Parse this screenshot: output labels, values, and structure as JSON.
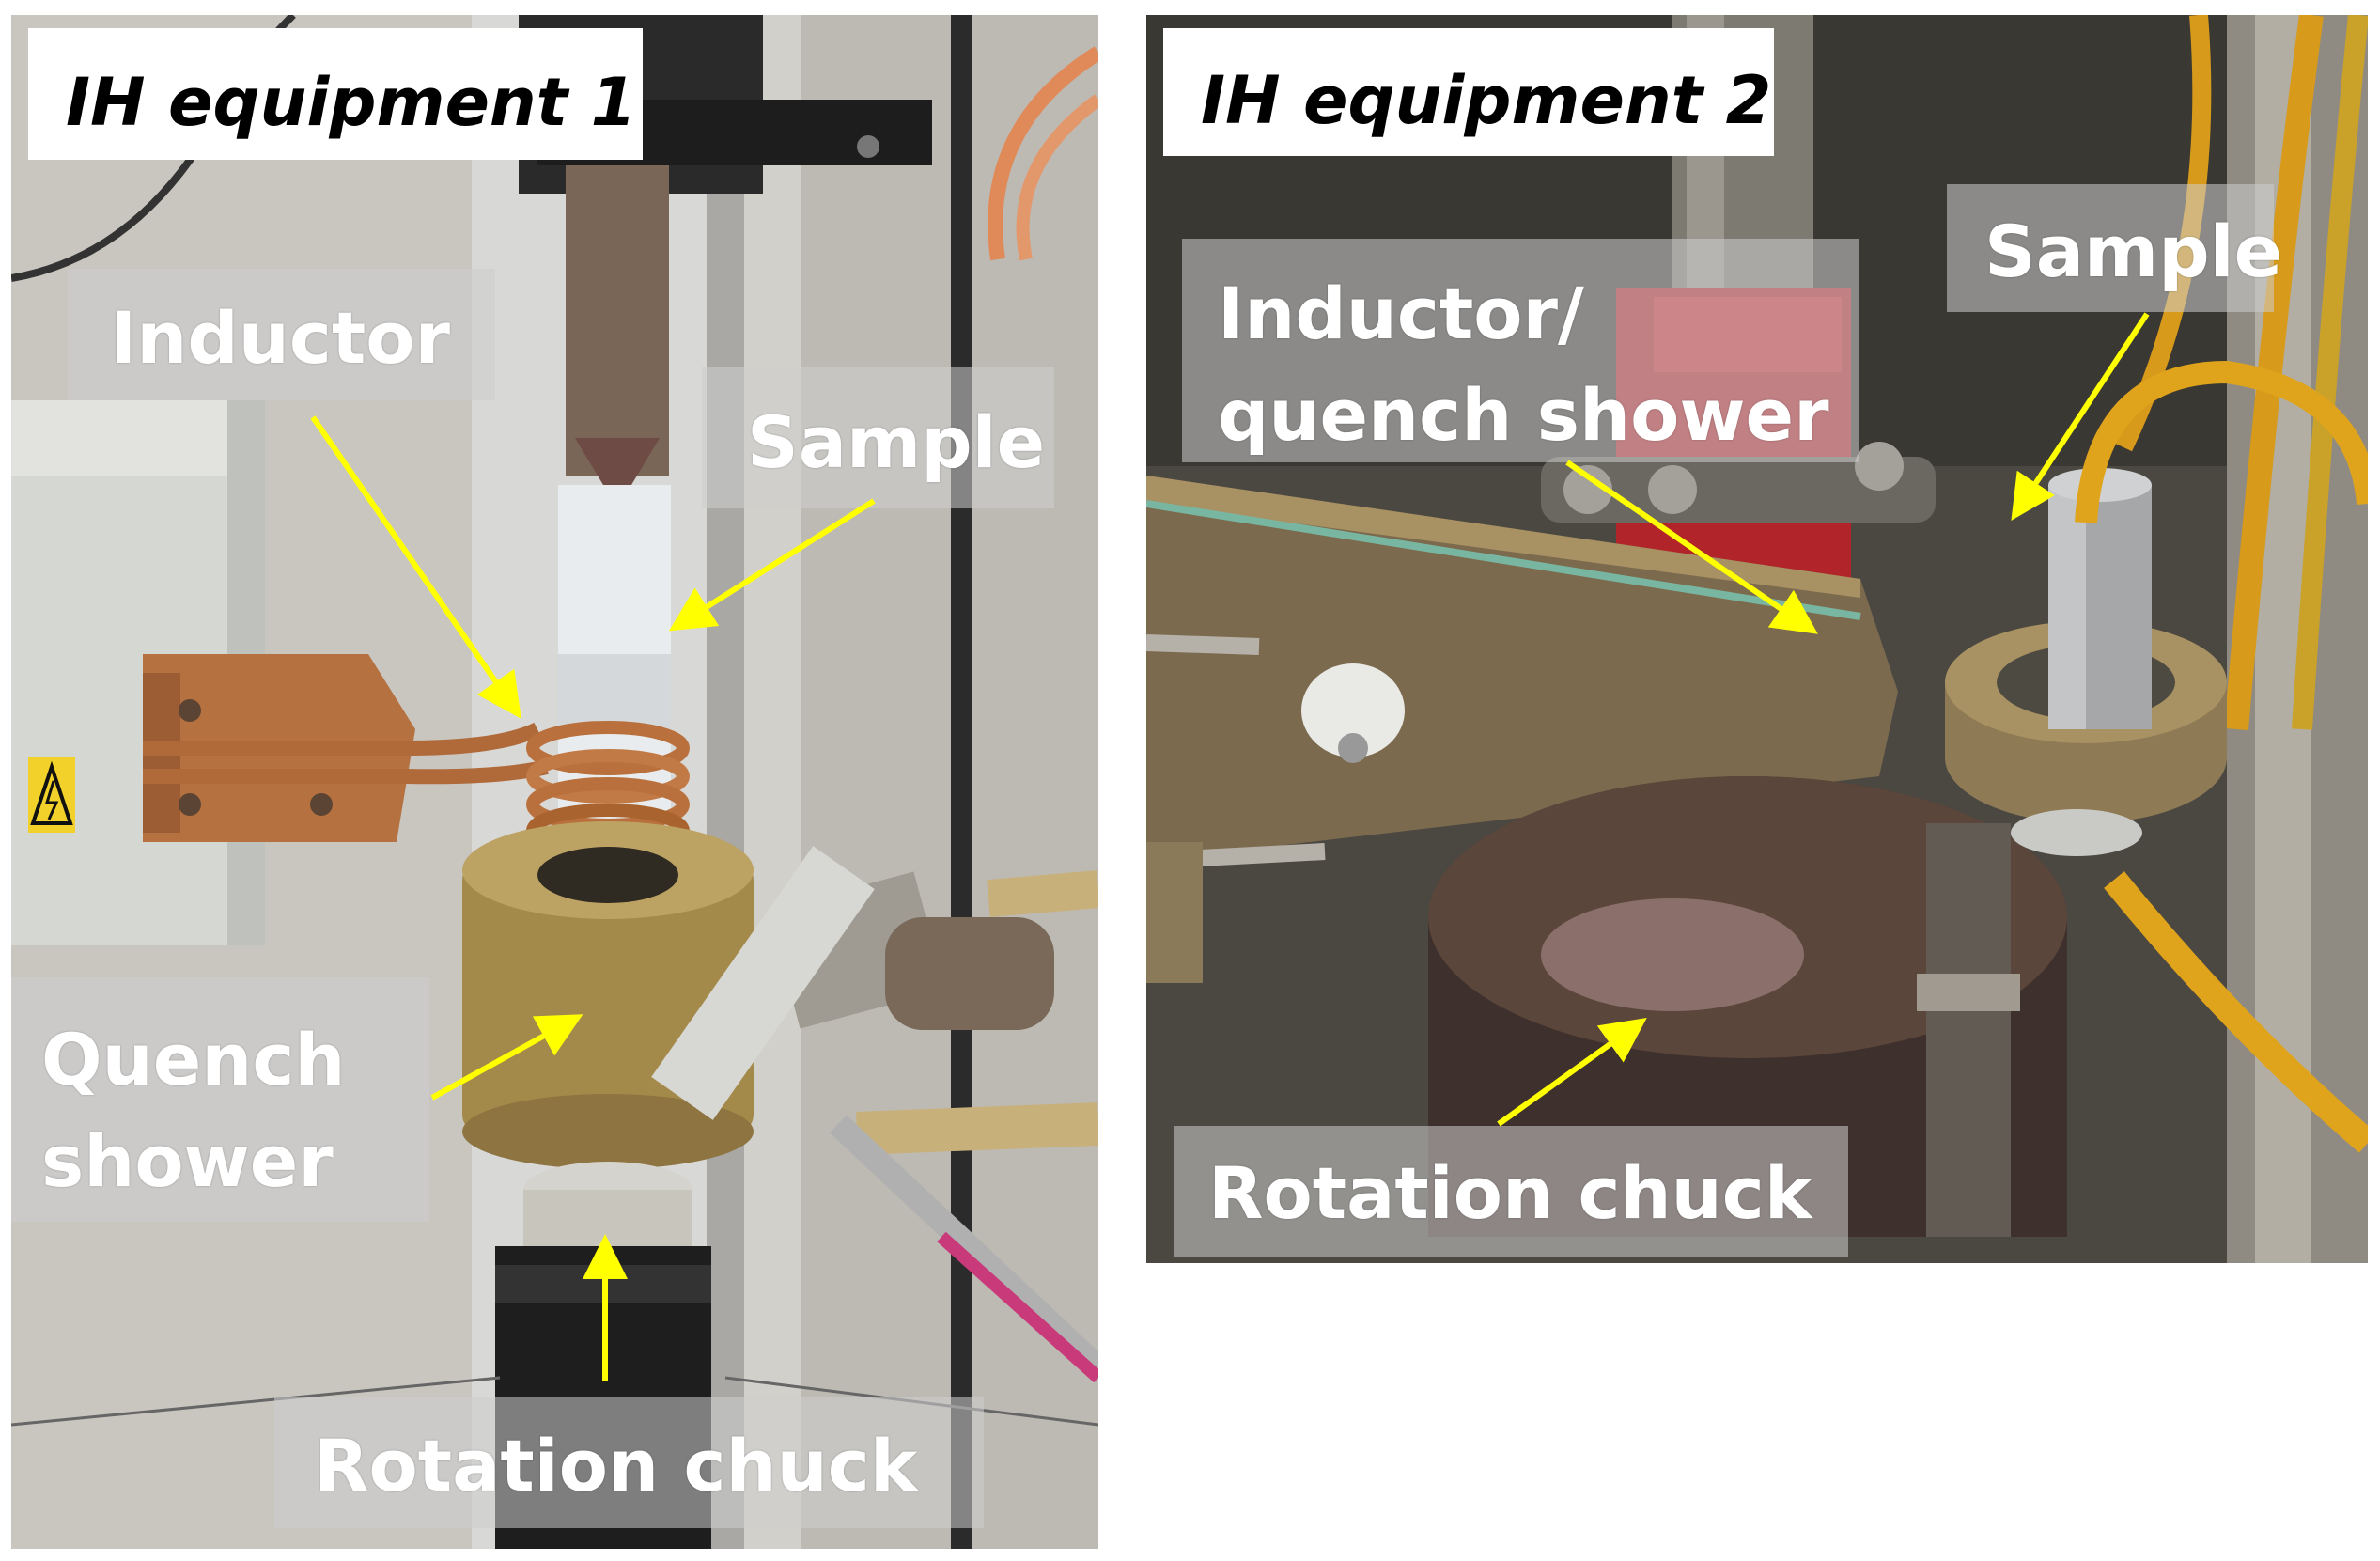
{
  "panels": [
    {
      "title": "IH equipment 1",
      "labels": {
        "inductor": "Inductor",
        "sample": "Sample",
        "quench_shower_line1": "Quench",
        "quench_shower_line2": "shower",
        "rotation_chuck": "Rotation chuck"
      }
    },
    {
      "title": "IH equipment 2",
      "labels": {
        "inductor_line1": "Inductor/",
        "inductor_line2": "quench shower",
        "sample": "Sample",
        "rotation_chuck": "Rotation chuck"
      }
    }
  ],
  "colors": {
    "arrow": "#ffff00",
    "label_text": "#ffffff",
    "title_bg": "#ffffff",
    "copper": "#b5713f",
    "brass": "#a48a4a",
    "hose_yellow": "#e0a41c"
  },
  "icons": [
    "electrical-warning-icon"
  ]
}
